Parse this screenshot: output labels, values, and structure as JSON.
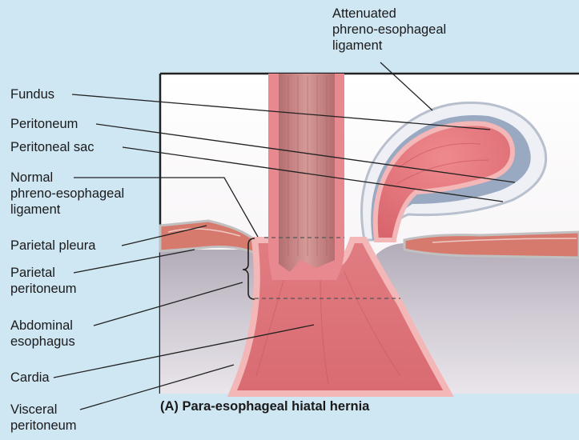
{
  "labels": {
    "attenuated": [
      "Attenuated",
      "phreno-esophageal",
      "ligament"
    ],
    "fundus": "Fundus",
    "peritoneum": "Peritoneum",
    "peritoneal_sac": "Peritoneal sac",
    "normal_ligament": [
      "Normal",
      "phreno-esophageal",
      "ligament"
    ],
    "parietal_pleura": "Parietal pleura",
    "parietal_peritoneum": [
      "Parietal",
      "peritoneum"
    ],
    "abdominal_esophagus": [
      "Abdominal",
      "esophagus"
    ],
    "cardia": "Cardia",
    "visceral_peritoneum": [
      "Visceral",
      "peritoneum"
    ]
  },
  "caption": "(A) Para-esophageal hiatal hernia",
  "colors": {
    "background": "#cfe6f3",
    "esophagus_wall": "#e8898f",
    "esophagus_lumen": "#c87a7c",
    "diaphragm": "#d77a6e",
    "peritoneal_sac": "#9aa9c2",
    "abdomen": "#c9c4cf"
  }
}
